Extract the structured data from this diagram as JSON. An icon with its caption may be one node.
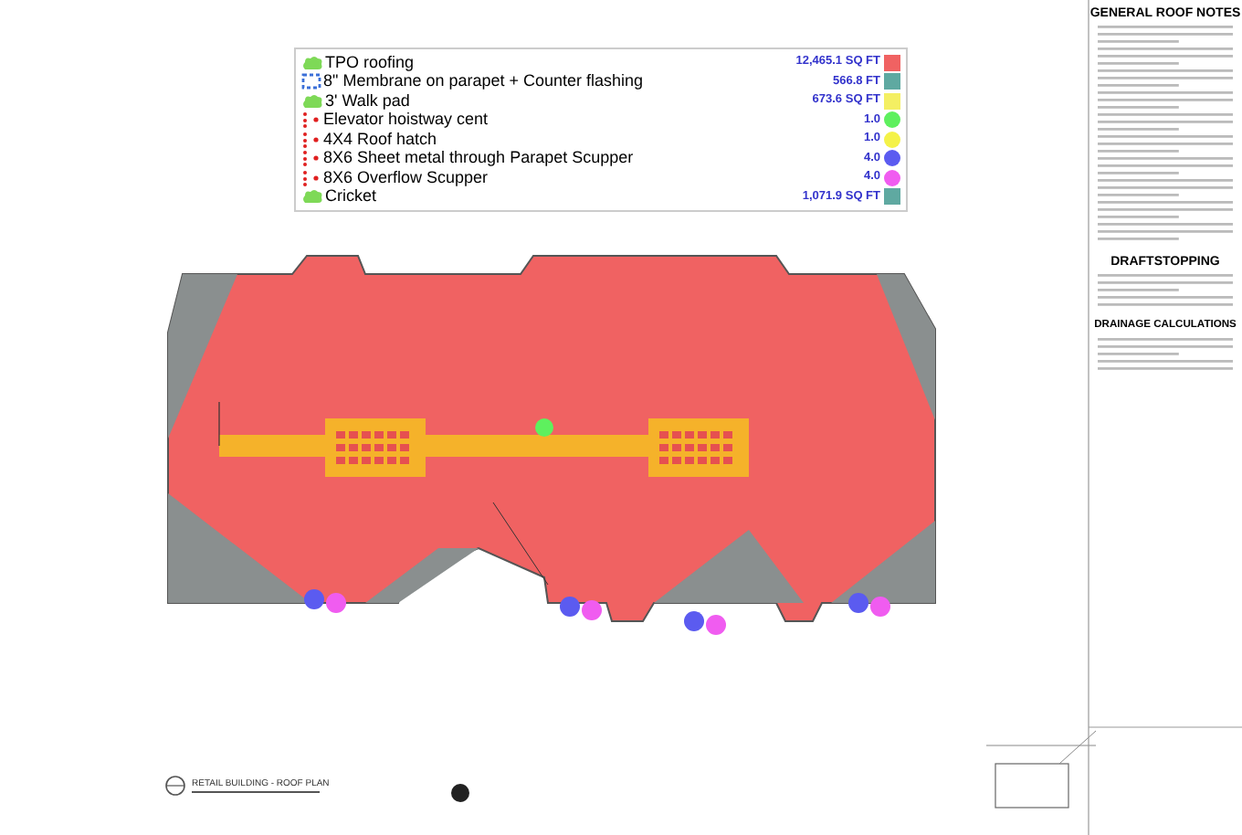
{
  "diagram": {
    "legend": [
      {
        "text": "TPO roofing",
        "color": "#f06262"
      },
      {
        "text": "8\" Membrane on parapet + Counter flashing",
        "color": "#5fa9a1"
      },
      {
        "text": "3' Walk pad",
        "color": "#f4ef62"
      },
      {
        "text": "Elevator hoistway cent",
        "color": "#5ef05e"
      },
      {
        "text": "4X4 Roof hatch",
        "color": "#f4f248"
      },
      {
        "text": "8X6 Sheet metal through Parapet Scupper",
        "color": "#5b5bf0"
      },
      {
        "text": "8X6 Overflow Scupper",
        "color": "#f05cf0"
      },
      {
        "text": "Cricket",
        "color": "#5fa9a1"
      }
    ],
    "labels": [
      "12,465.1 SQ FT",
      "566.8 FT",
      "673.6 SQ FT",
      "1.0",
      "1.0",
      "4.0",
      "4.0",
      "1,071.9 SQ FT",
      "GENERAL ROOF NOTES",
      "DRAFTSTOPPING",
      "DRAINAGE CALCULATIONS",
      "RETAIL BUILDING - ROOF PLAN"
    ]
  }
}
